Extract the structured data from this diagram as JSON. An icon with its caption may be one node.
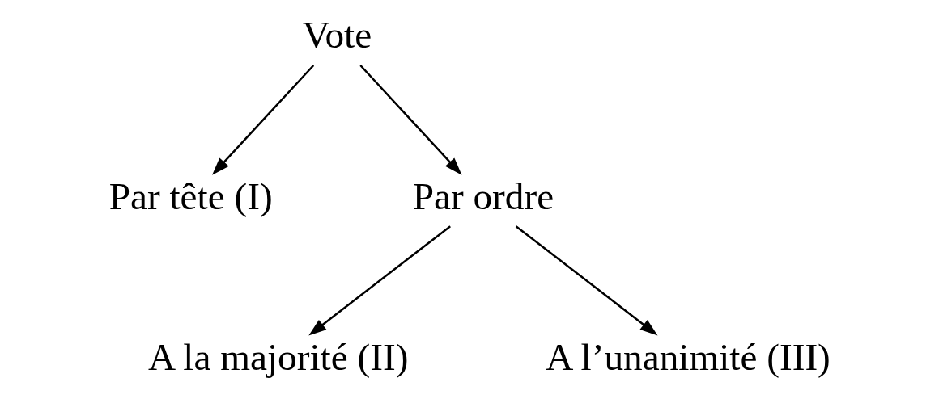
{
  "diagram": {
    "nodes": [
      {
        "text": [
          "Vote"
        ]
      },
      {
        "text": [
          "Par tête (I)"
        ]
      },
      {
        "text": [
          "Par ordre"
        ]
      },
      {
        "text": [
          "A la majorité (II)"
        ]
      },
      {
        "text": [
          "A l’unanimité (III)"
        ]
      }
    ],
    "edges": [
      {
        "from": 0,
        "to": 1,
        "arrow": "to"
      },
      {
        "from": 0,
        "to": 2,
        "arrow": "to"
      },
      {
        "from": 2,
        "to": 3,
        "arrow": "to"
      },
      {
        "from": 2,
        "to": 4,
        "arrow": "to"
      }
    ]
  }
}
